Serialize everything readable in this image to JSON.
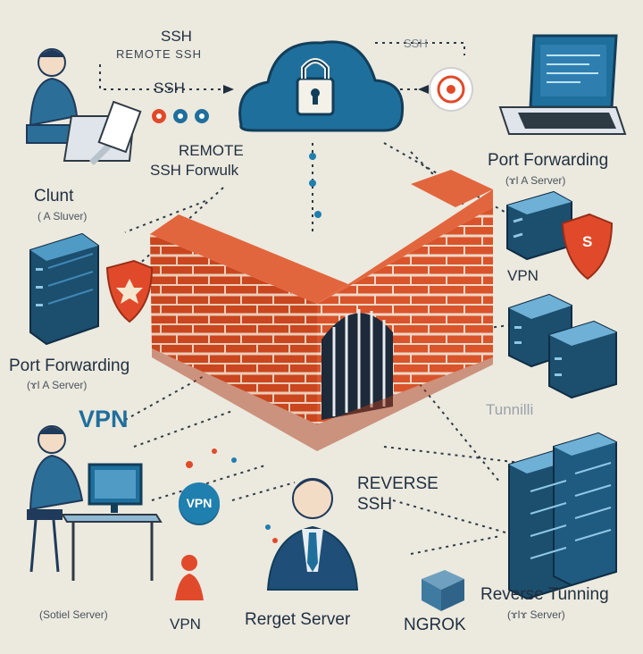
{
  "labels": {
    "ssh_top": "SSH",
    "remote_ssh": "REMOTE SSH",
    "ssh_arrow": "SSH",
    "ssh_dim": "SSH",
    "remote_ssh_forwulk_1": "REMOTE",
    "remote_ssh_forwulk_2": "SSH Forwulk",
    "client": "Clunt",
    "client_sub": "( A Sluver)",
    "port_forwarding_left": "Port Forwarding",
    "port_forwarding_left_sub": "(ɤI A Server)",
    "vpn_big": "VPN",
    "vpn_badge": "VPN",
    "vpn_bottom": "VPN",
    "sotiel_server": "(Sotiel Server)",
    "port_forwarding_right": "Port Forwarding",
    "port_forwarding_right_sub": "(ɤI A Server)",
    "vpn_right": "VPN",
    "tunning": "Tunnilli",
    "reverse_ssh_1": "REVERSE",
    "reverse_ssh_2": "SSH",
    "reverget_server": "Rerget Server",
    "ngrok": "NGROK",
    "reverse_tunning": "Reverse Tunning",
    "reverse_tunning_sub": "(ɤIɤ Server)",
    "shield_letter": "S"
  },
  "colors": {
    "background": "#ece9df",
    "brick": "#d9542b",
    "mortar": "#f0d9c8",
    "navy": "#1c4e6e",
    "blue": "#2b7aa8",
    "light_blue": "#4f9bc6",
    "accent_red": "#e04a2a",
    "skin": "#f2dcc5",
    "dark_suit": "#1f3a5a"
  },
  "icons": [
    "cloud-lock-icon",
    "laptop-icon",
    "server-rack-icon",
    "shield-icon",
    "person-icon",
    "firewall-wall-icon",
    "cube-icon"
  ]
}
